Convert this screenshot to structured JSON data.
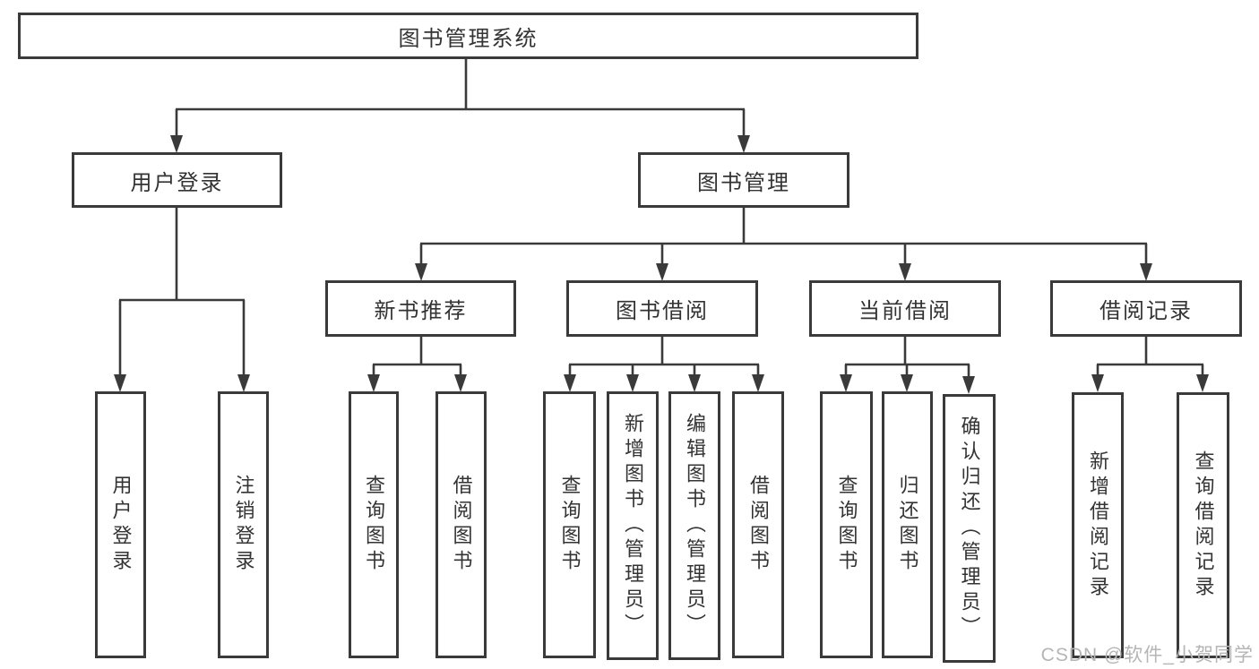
{
  "title": "图书管理系统",
  "tree": {
    "branches": [
      {
        "label": "用户登录",
        "children": [
          "用户登录",
          "注销登录"
        ]
      },
      {
        "label": "图书管理",
        "groups": [
          {
            "label": "新书推荐",
            "children": [
              "查询图书",
              "借阅图书"
            ]
          },
          {
            "label": "图书借阅",
            "children": [
              "查询图书",
              "新增图书（管理员）",
              "编辑图书（管理员）",
              "借阅图书"
            ]
          },
          {
            "label": "当前借阅",
            "children": [
              "查询图书",
              "归还图书",
              "确认归还（管理员）"
            ]
          },
          {
            "label": "借阅记录",
            "children": [
              "新增借阅记录",
              "查询借阅记录"
            ]
          }
        ]
      }
    ]
  },
  "watermark": "CSDN @软件_小贺同学",
  "colors": {
    "line": "#3a3a3a",
    "text": "#333333",
    "watermark": "#b5b5b5",
    "background": "#ffffff"
  }
}
